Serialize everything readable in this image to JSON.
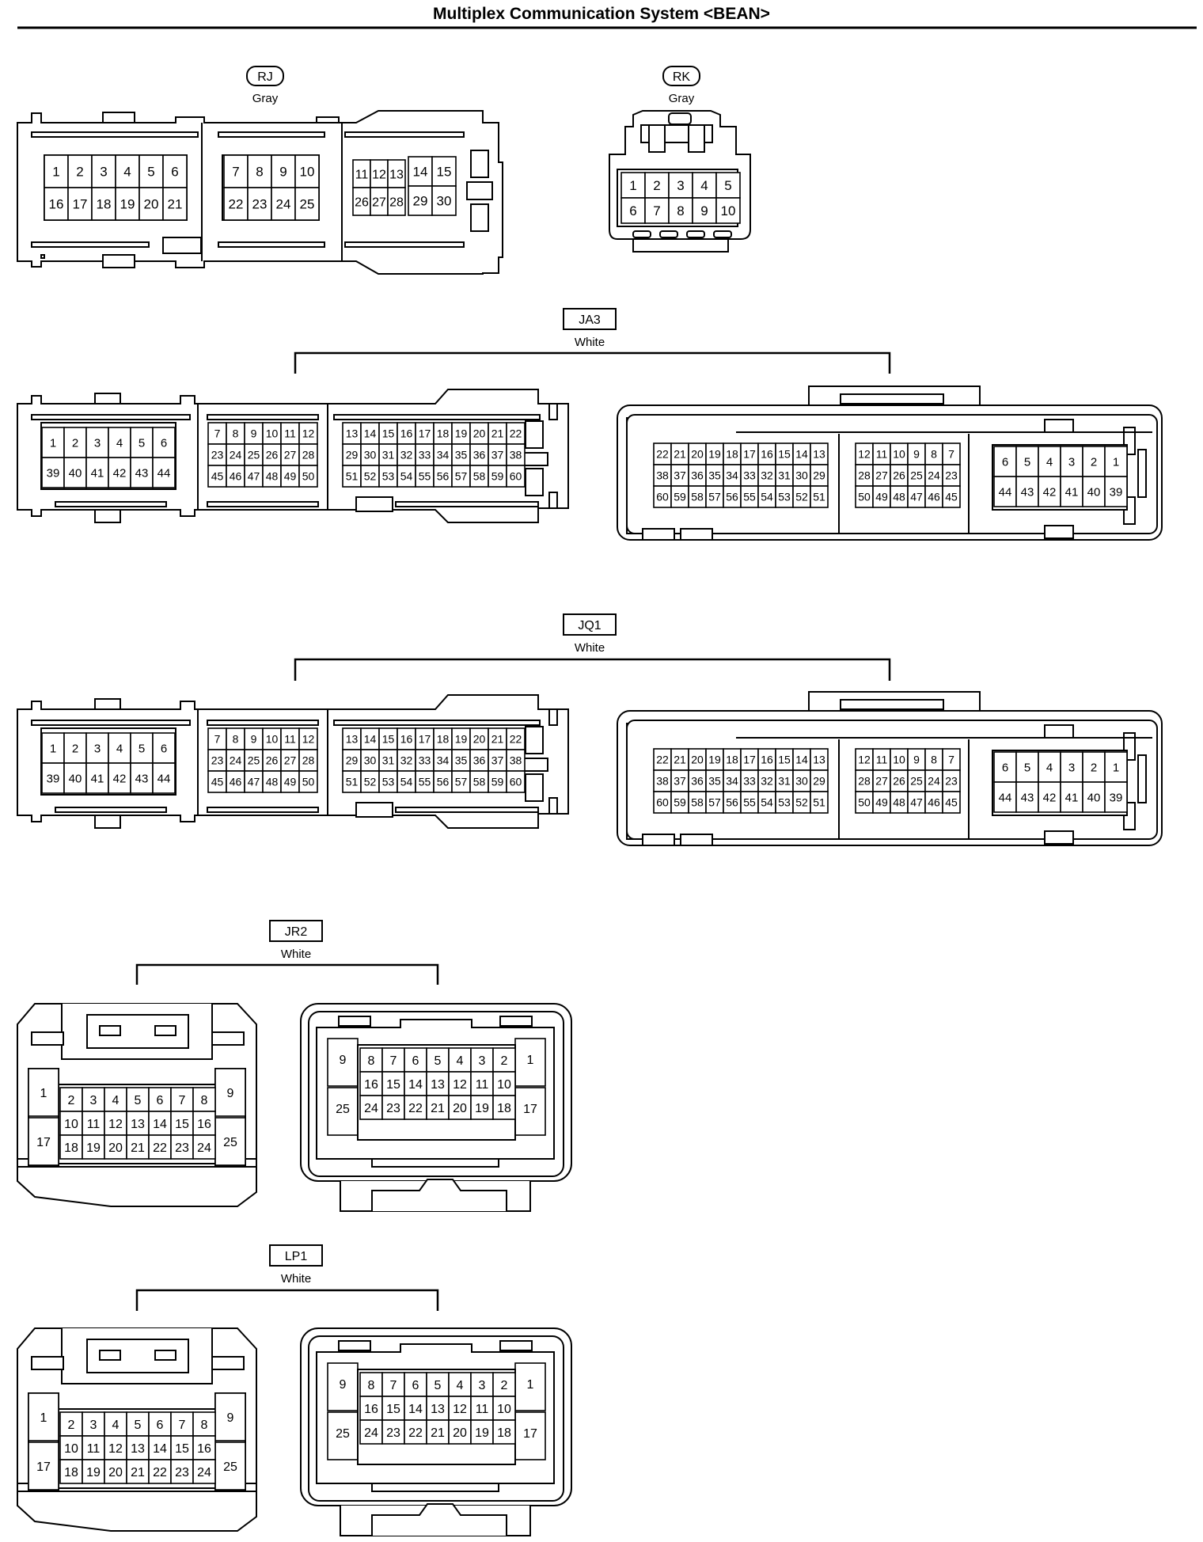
{
  "header": {
    "title": "Multiplex Communication System <BEAN>"
  },
  "connectors": {
    "RJ": {
      "code": "RJ",
      "color": "Gray"
    },
    "RK": {
      "code": "RK",
      "color": "Gray"
    },
    "JA3": {
      "code": "JA3",
      "color": "White"
    },
    "JQ1": {
      "code": "JQ1",
      "color": "White"
    },
    "JR2": {
      "code": "JR2",
      "color": "White"
    },
    "LP1": {
      "code": "LP1",
      "color": "White"
    }
  }
}
